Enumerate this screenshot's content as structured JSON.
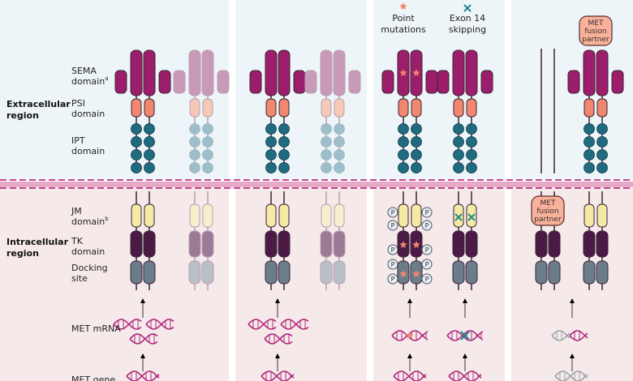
{
  "region_labels": {
    "extracellular_line1": "Extracellular",
    "extracellular_line2": "region",
    "intracellular_line1": "Intracellular",
    "intracellular_line2": "region"
  },
  "domain_labels": {
    "sema_line1": "SEMA",
    "sema_line2": "domain",
    "sema_sup": "a",
    "psi_line1": "PSI",
    "psi_line2": "domain",
    "ipt_line1": "IPT",
    "ipt_line2": "domain",
    "jm_line1": "JM",
    "jm_line2": "domain",
    "jm_sup": "b",
    "tk_line1": "TK",
    "tk_line2": "domain",
    "dock_line1": "Docking",
    "dock_line2": "site",
    "mrna": "MET mRNA",
    "gene": "MET gene"
  },
  "annotations": {
    "point_line1": "Point",
    "point_line2": "mutations",
    "exon_line1": "Exon 14",
    "exon_line2": "skipping",
    "fusion_line1": "MET",
    "fusion_line2": "fusion",
    "fusion_line3": "partner",
    "phospho": "P"
  },
  "colors": {
    "extracellular_bg": "#eef5f8",
    "intracellular_bg": "#f6e9ea",
    "membrane": "#c24b8b",
    "sema": "#9c1e6b",
    "sema_faded": "#c99ab8",
    "psi": "#f0876e",
    "psi_faded": "#f6c8b8",
    "ipt": "#1f6b80",
    "ipt_faded": "#9dbfcb",
    "jm": "#f5eaa5",
    "jm_faded": "#f6efcf",
    "tk": "#4b1a45",
    "tk_faded": "#9a7a94",
    "dock": "#6c7d8a",
    "dock_faded": "#b9bfc6",
    "mutation_star": "#f0876e",
    "skip_cross": "#1f8a8a",
    "fusion_partner": "#f8b29b"
  }
}
